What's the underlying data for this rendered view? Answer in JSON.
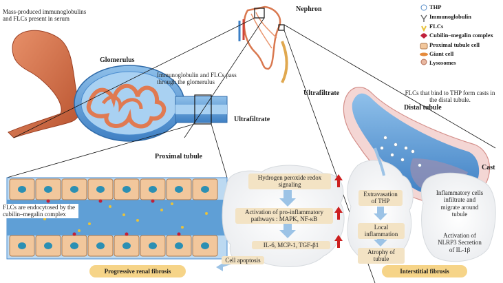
{
  "top": {
    "nephron_title": "Nephron",
    "serum_note": "Mass-produced immunoglobulins and FLCs present in serum",
    "glomerulus_title": "Glomerulus",
    "glomerulus_note": "Immunoglobulin and FLCs pass through the glomerulus",
    "ultrafiltrate_left": "Ultrafiltrate",
    "proximal_title": "Proximal tubule",
    "endocytosis_note": "FLCs are endocytosed by the cubilin–megalin complex",
    "thp_note": "FLCs that bind to THP form casts in the distal tubule.",
    "ultrafiltrate_right": "Ultrafiltrate",
    "distal_title": "Distal tubule",
    "cast_label": "Cast"
  },
  "legend": [
    {
      "label": "THP",
      "icon": "thp-icon"
    },
    {
      "label": "Immunoglobulin",
      "icon": "immunoglobulin-icon"
    },
    {
      "label": "FLCs",
      "icon": "flc-icon"
    },
    {
      "label": "Cubilin–megalin complex",
      "icon": "cubilin-megalin-icon"
    },
    {
      "label": "Proximal tubule cell",
      "icon": "proximal-cell-icon"
    },
    {
      "label": "Giant cell",
      "icon": "giant-cell-icon"
    },
    {
      "label": "Lysosomes",
      "icon": "lysosome-icon"
    }
  ],
  "pathway_left": {
    "steps": [
      "Hydrogen peroxide redox signaling",
      "Activation of pro-inflammatory pathways : MAPK,  NF-κB",
      "IL-6, MCP-1, TGF-β1"
    ],
    "apoptosis": "Cell apoptosis",
    "outcome": "Progressive renal fibrosis"
  },
  "pathway_right": {
    "steps": [
      "Extravasation of THP",
      "Local inflammation",
      "Atrophy of tubule"
    ],
    "side_notes": [
      "Inflammatory cells infiltrate and migrate around tubule",
      "Activation of NLRP3 Secretion of IL-1β"
    ],
    "outcome": "Interstitial fibrosis"
  },
  "colors": {
    "vessel": "#d9784f",
    "tubule_blue": "#5b9bd5",
    "cell_tan": "#f2c79c",
    "nucleus": "#2b8fb3",
    "pill": "#f3e3c4",
    "badge": "#f6d488",
    "arrow_red": "#cc1f1f",
    "arrow_blue": "#9cc3e6"
  }
}
